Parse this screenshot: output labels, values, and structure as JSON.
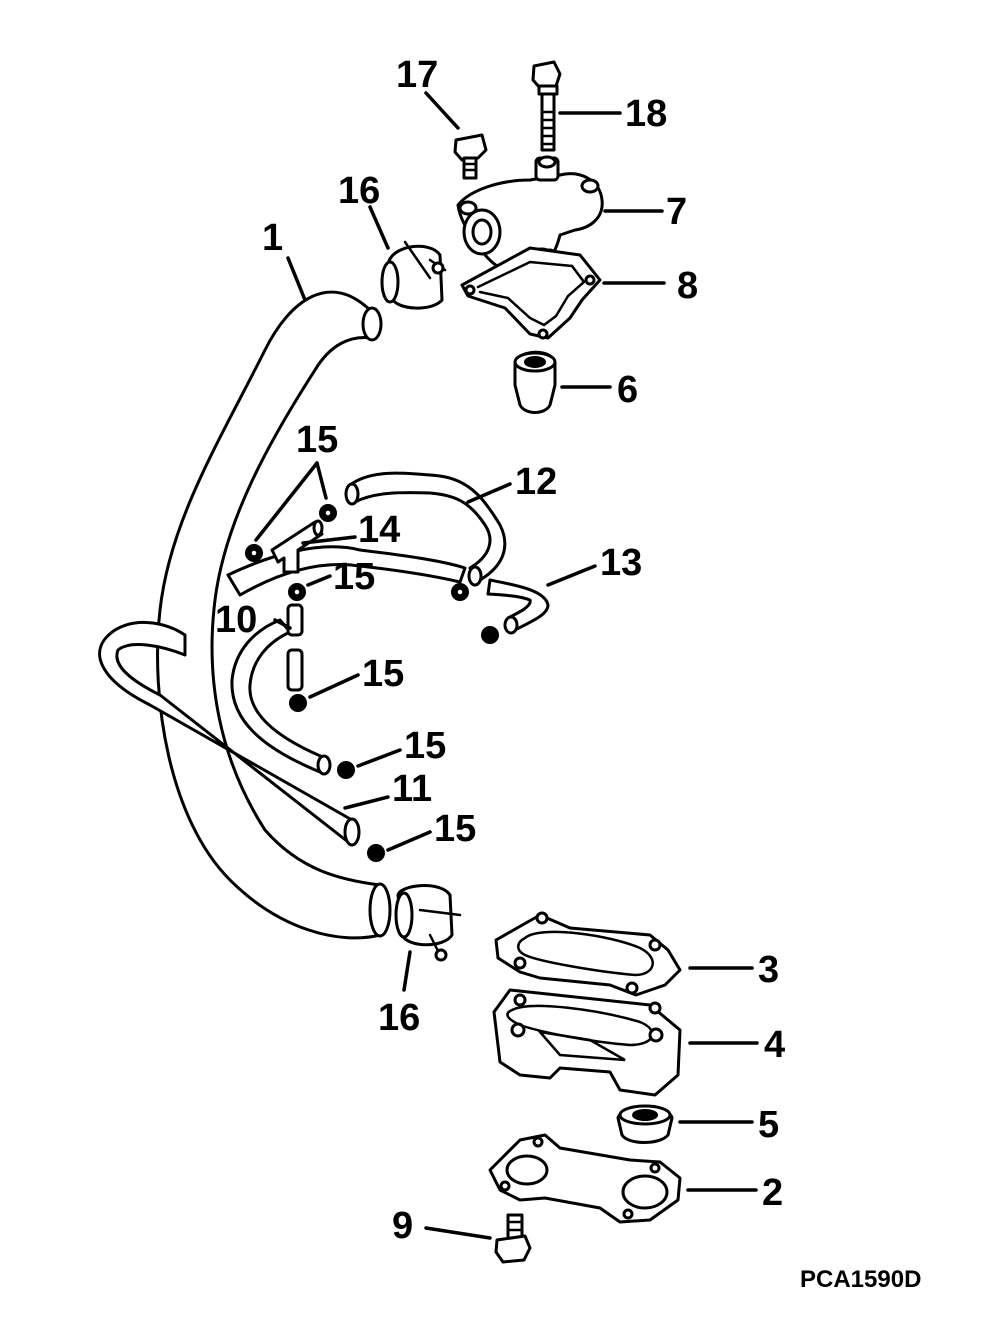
{
  "callouts": {
    "c1": "1",
    "c2": "2",
    "c3": "3",
    "c4": "4",
    "c5": "5",
    "c6": "6",
    "c7": "7",
    "c8": "8",
    "c9": "9",
    "c10": "10",
    "c11": "11",
    "c12": "12",
    "c13": "13",
    "c14": "14",
    "c15_a": "15",
    "c15_b": "15",
    "c15_c": "15",
    "c15_d": "15",
    "c15_e": "15",
    "c16_top": "16",
    "c16_bottom": "16",
    "c17": "17",
    "c18": "18"
  },
  "figure_code": "PCA1590D",
  "colors": {
    "line": "#000000",
    "background": "#ffffff"
  }
}
